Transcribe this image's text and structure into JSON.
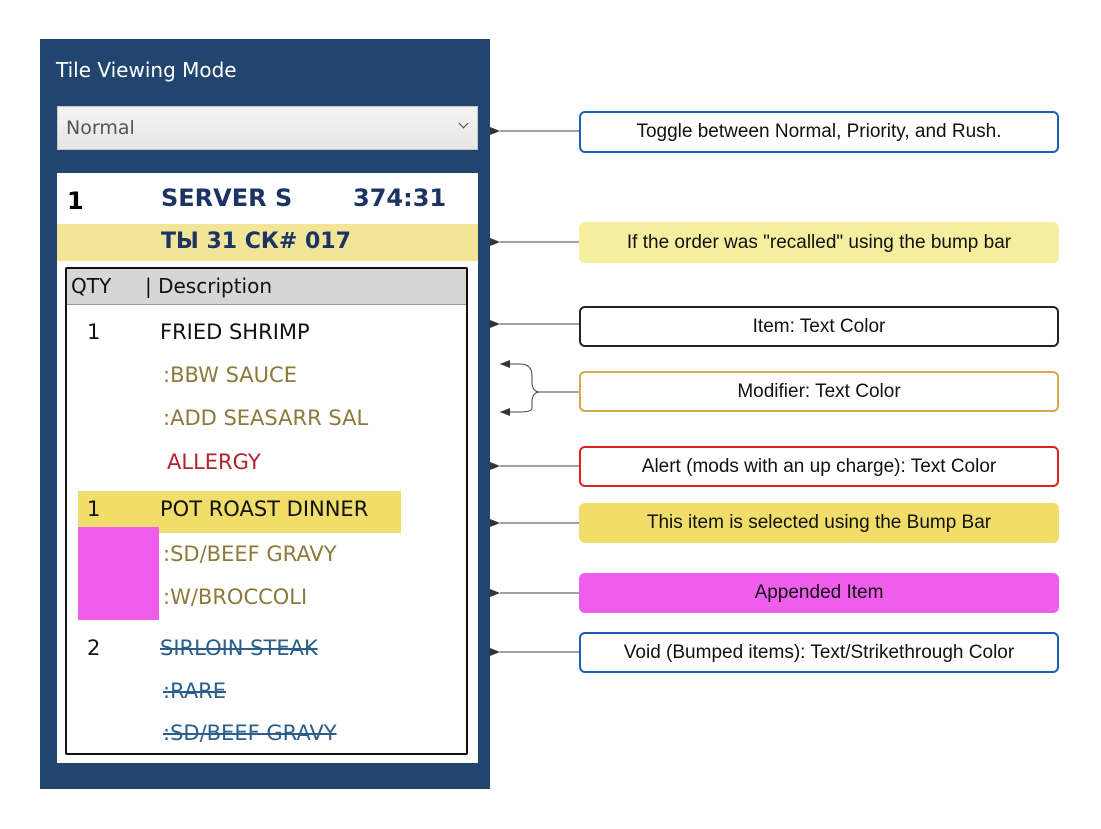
{
  "panel": {
    "title": "Tile Viewing Mode",
    "mode_select": {
      "value": "Normal",
      "chevron_icon": "chevron-down-icon"
    }
  },
  "ticket": {
    "number": "1",
    "server": "SERVER S",
    "time": "374:31",
    "recall_line": "ТЫ 31 СК# 017",
    "columns": {
      "qty": "QTY",
      "description": "| Description"
    },
    "rows": [
      {
        "qty": "1",
        "text": "FRIED SHRIMP",
        "kind": "item"
      },
      {
        "qty": "",
        "text": ":BBW SAUCE",
        "kind": "modifier"
      },
      {
        "qty": "",
        "text": ":ADD SEASARR SAL",
        "kind": "modifier"
      },
      {
        "qty": "",
        "text": "ALLERGY",
        "kind": "alert"
      },
      {
        "qty": "1",
        "text": "POT ROAST DINNER",
        "kind": "item-selected"
      },
      {
        "qty": "",
        "text": ":SD/BEEF GRAVY",
        "kind": "modifier"
      },
      {
        "qty": "",
        "text": ":W/BROCCOLI",
        "kind": "modifier"
      },
      {
        "qty": "2",
        "text": "SIRLOIN STEAK",
        "kind": "void"
      },
      {
        "qty": "",
        "text": ":RARE",
        "kind": "void"
      },
      {
        "qty": "",
        "text": ":SD/BEEF GRAVY",
        "kind": "void"
      }
    ]
  },
  "callouts": {
    "toggle": "Toggle between Normal, Priority, and Rush.",
    "recalled": "If the order was \"recalled\" using the bump bar",
    "item_color": "Item: Text Color",
    "modifier_color": "Modifier: Text Color",
    "alert_color": "Alert (mods with an up charge): Text Color",
    "selected": "This item is selected using the Bump Bar",
    "appended": "Appended Item",
    "void": "Void (Bumped items): Text/Strikethrough Color"
  },
  "colors": {
    "panel_bg": "#22456f",
    "header_text": "#1c3463",
    "modifier_text": "#8c7a3a",
    "alert_text": "#b0242c",
    "void_text": "#2c5e8c",
    "selected_highlight": "#f0dd6a",
    "recall_highlight": "#f2e597",
    "appended_highlight": "#ef5ded"
  }
}
